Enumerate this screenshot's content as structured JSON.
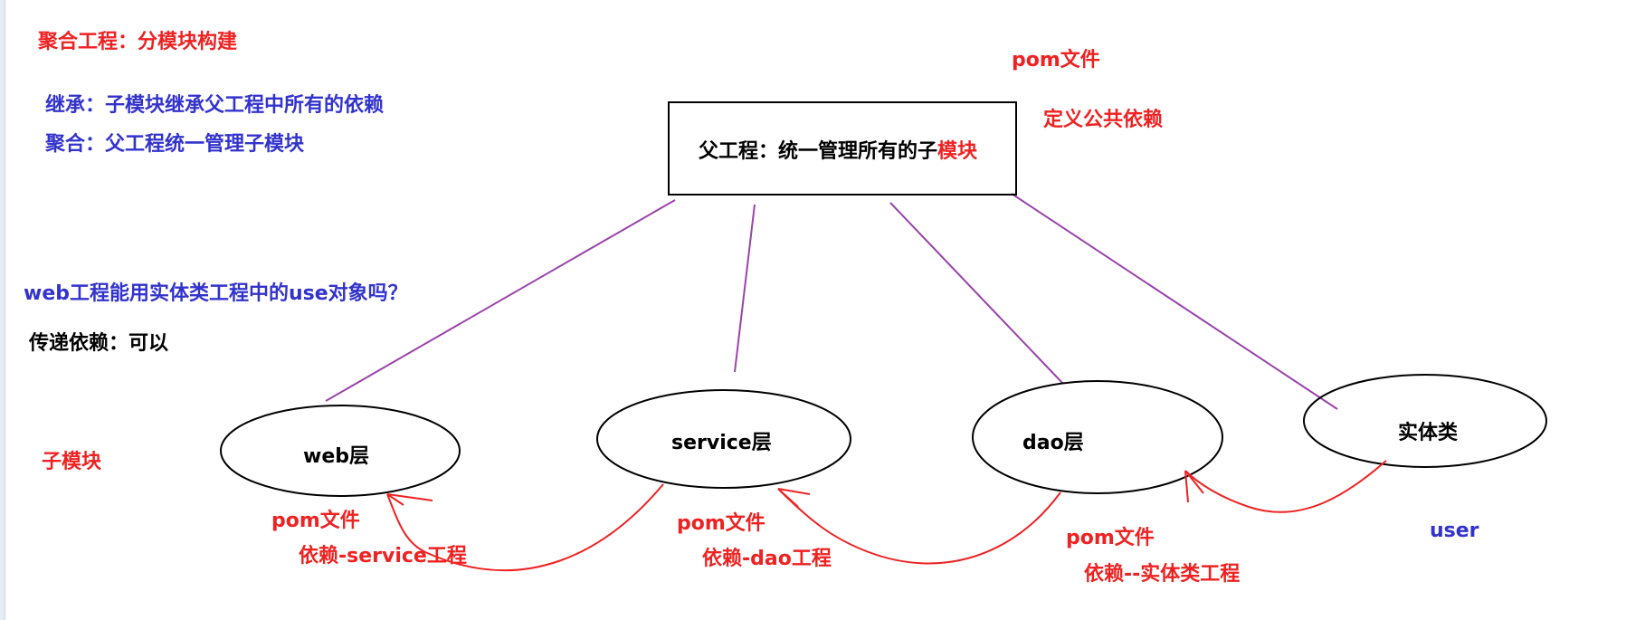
{
  "notes": {
    "aggregation_title": "聚合工程：分模块构建",
    "inherit_def": "继承：子模块继承父工程中所有的依赖",
    "aggregate_def": "聚合：父工程统一管理子模块",
    "question": "web工程能用实体类工程中的use对象吗？",
    "answer": "传递依赖：可以",
    "submodules_label": "子模块"
  },
  "parent": {
    "label_prefix": "父工程：统一管理所有的子",
    "label_highlight": "模块",
    "pom_label": "pom文件",
    "pom_desc": "定义公共依赖"
  },
  "modules": [
    {
      "label": "web层",
      "pom": "pom文件",
      "dep": "依赖-service工程"
    },
    {
      "label": "service层",
      "pom": "pom文件",
      "dep": "依赖-dao工程"
    },
    {
      "label": "dao层",
      "pom": "pom文件",
      "dep": "依赖--实体类工程"
    },
    {
      "label": "实体类",
      "extra": "user"
    }
  ],
  "colors": {
    "red": "#ee2222",
    "blue": "#3333cc",
    "purple_line": "#9944aa",
    "black": "#000000"
  }
}
